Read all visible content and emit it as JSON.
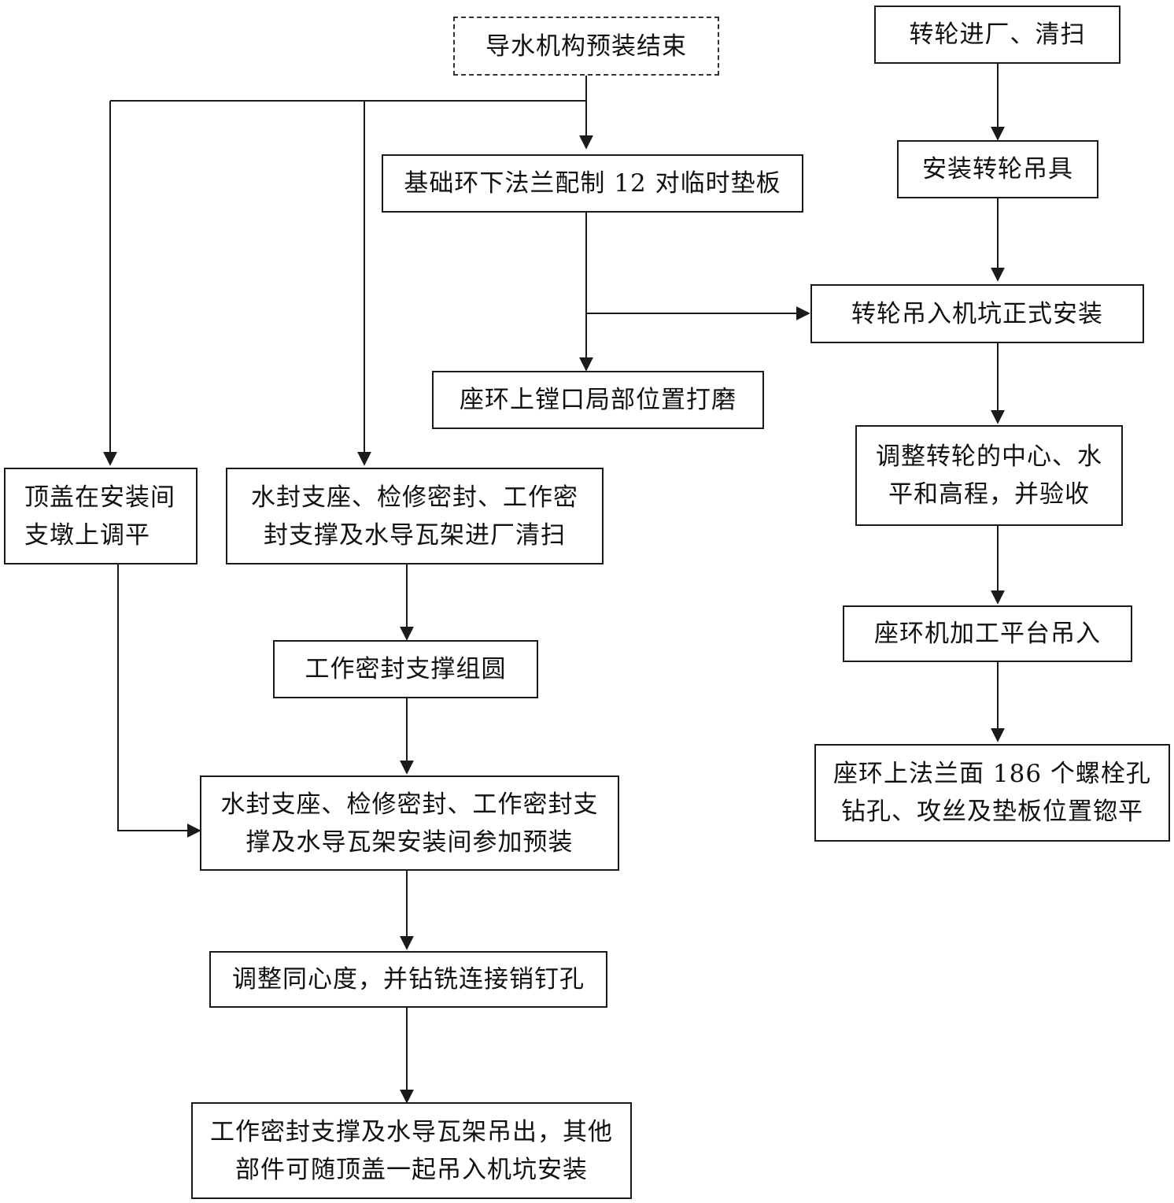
{
  "nodes": {
    "guide_preassembly_done": "导水机构预装结束",
    "runner_arrive_clean": "转轮进厂、清扫",
    "foundation_ring_shims": "基础环下法兰配制 12 对临时垫板",
    "install_runner_lifting": "安装转轮吊具",
    "runner_lift_install": "转轮吊入机坑正式安装",
    "seat_ring_grinding": "座环上镗口局部位置打磨",
    "adjust_runner": "调整转轮的中心、水\n平和高程，并验收",
    "head_cover_level": "顶盖在安装间\n支墩上调平",
    "seal_parts_clean": "水封支座、检修密封、工作密\n封支撑及水导瓦架进厂清扫",
    "seal_support_round": "工作密封支撑组圆",
    "machining_platform": "座环机加工平台吊入",
    "flange_holes": "座环上法兰面 186 个螺栓孔\n钻孔、攻丝及垫板位置锪平",
    "preassembly": "水封支座、检修密封、工作密封支\n撑及水导瓦架安装间参加预装",
    "adjust_concentricity": "调整同心度，并钻铣连接销钉孔",
    "lift_out": "工作密封支撑及水导瓦架吊出，其他\n部件可随顶盖一起吊入机坑安装"
  }
}
